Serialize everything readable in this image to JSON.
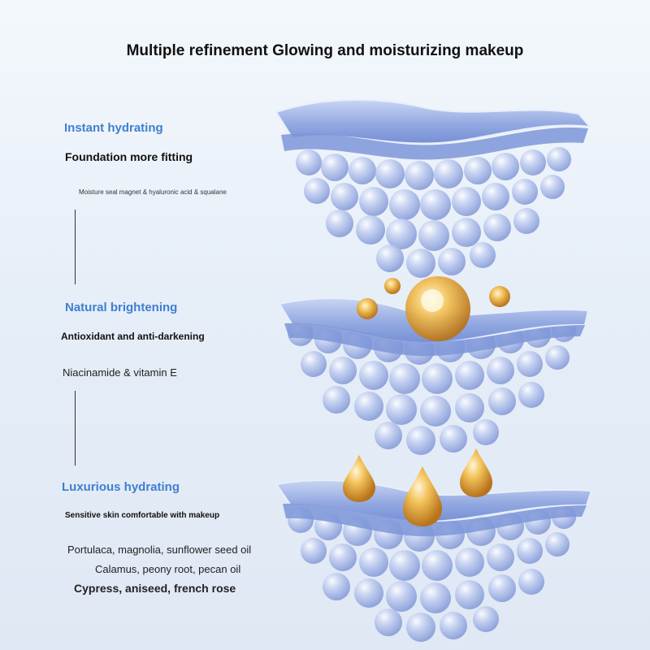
{
  "title": "Multiple refinement Glowing and moisturizing makeup",
  "sections": [
    {
      "heading": "Instant hydrating",
      "subtitle": "Foundation more fitting",
      "ingredients": [
        "Moisture seal magnet & hyaluronic acid & squalane"
      ]
    },
    {
      "heading": "Natural brightening",
      "subtitle": "Antioxidant and anti-darkening",
      "ingredients": [
        "Niacinamide & vitamin E"
      ]
    },
    {
      "heading": "Luxurious hydrating",
      "subtitle": "Sensitive skin comfortable with makeup",
      "ingredients": [
        "Portulaca, magnolia, sunflower seed oil",
        "Calamus, peony root, pecan oil",
        "Cypress, aniseed, french rose"
      ]
    }
  ],
  "colors": {
    "heading": "#3f7fcf",
    "sheet": "#8ea7e0",
    "bead": "#a9b9e8",
    "gold": "#e0a53a"
  }
}
